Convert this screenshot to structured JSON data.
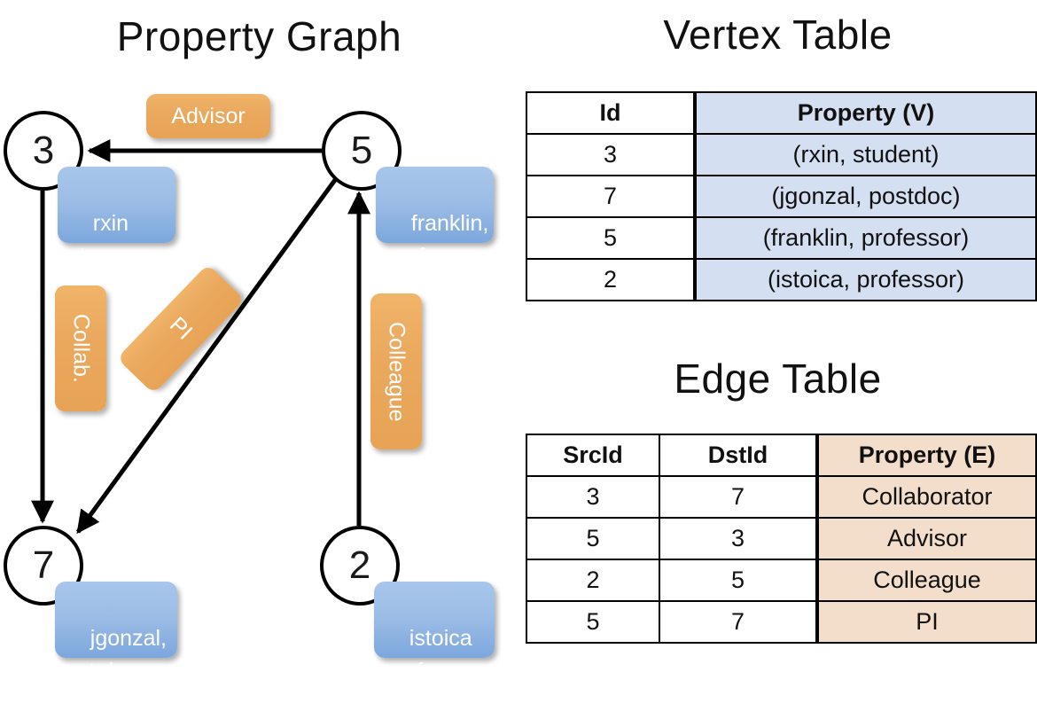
{
  "graph": {
    "title": "Property Graph",
    "vertices": [
      {
        "id": "3",
        "property_label": "rxin\nstu."
      },
      {
        "id": "5",
        "property_label": "franklin,\nprof."
      },
      {
        "id": "7",
        "property_label": "jgonzal,\npst.doc."
      },
      {
        "id": "2",
        "property_label": "istoica\nprof."
      }
    ],
    "edge_labels": [
      {
        "name": "advisor-label",
        "text": "Advisor"
      },
      {
        "name": "collab-label",
        "text": "Collab."
      },
      {
        "name": "pi-label",
        "text": "PI"
      },
      {
        "name": "colleague-label",
        "text": "Colleague"
      }
    ],
    "edges": [
      {
        "from": "5",
        "to": "3",
        "label": "Advisor"
      },
      {
        "from": "3",
        "to": "7",
        "label": "Collab."
      },
      {
        "from": "5",
        "to": "7",
        "label": "PI"
      },
      {
        "from": "2",
        "to": "5",
        "label": "Colleague"
      }
    ]
  },
  "vertex_table": {
    "title": "Vertex Table",
    "headers": [
      "Id",
      "Property (V)"
    ],
    "rows": [
      {
        "id": "3",
        "property": "(rxin, student)"
      },
      {
        "id": "7",
        "property": "(jgonzal, postdoc)"
      },
      {
        "id": "5",
        "property": "(franklin, professor)"
      },
      {
        "id": "2",
        "property": "(istoica, professor)"
      }
    ]
  },
  "edge_table": {
    "title": "Edge Table",
    "headers": [
      "SrcId",
      "DstId",
      "Property (E)"
    ],
    "rows": [
      {
        "src": "3",
        "dst": "7",
        "property": "Collaborator"
      },
      {
        "src": "5",
        "dst": "3",
        "property": "Advisor"
      },
      {
        "src": "2",
        "dst": "5",
        "property": "Colleague"
      },
      {
        "src": "5",
        "dst": "7",
        "property": "PI"
      }
    ]
  },
  "colors": {
    "vertex_property_box": "#9dbde6",
    "edge_label_box": "#eaa95e",
    "vertex_table_property_fill": "#d4dff1",
    "edge_table_property_fill": "#f3decb",
    "stroke": "#000000",
    "background": "#ffffff"
  }
}
